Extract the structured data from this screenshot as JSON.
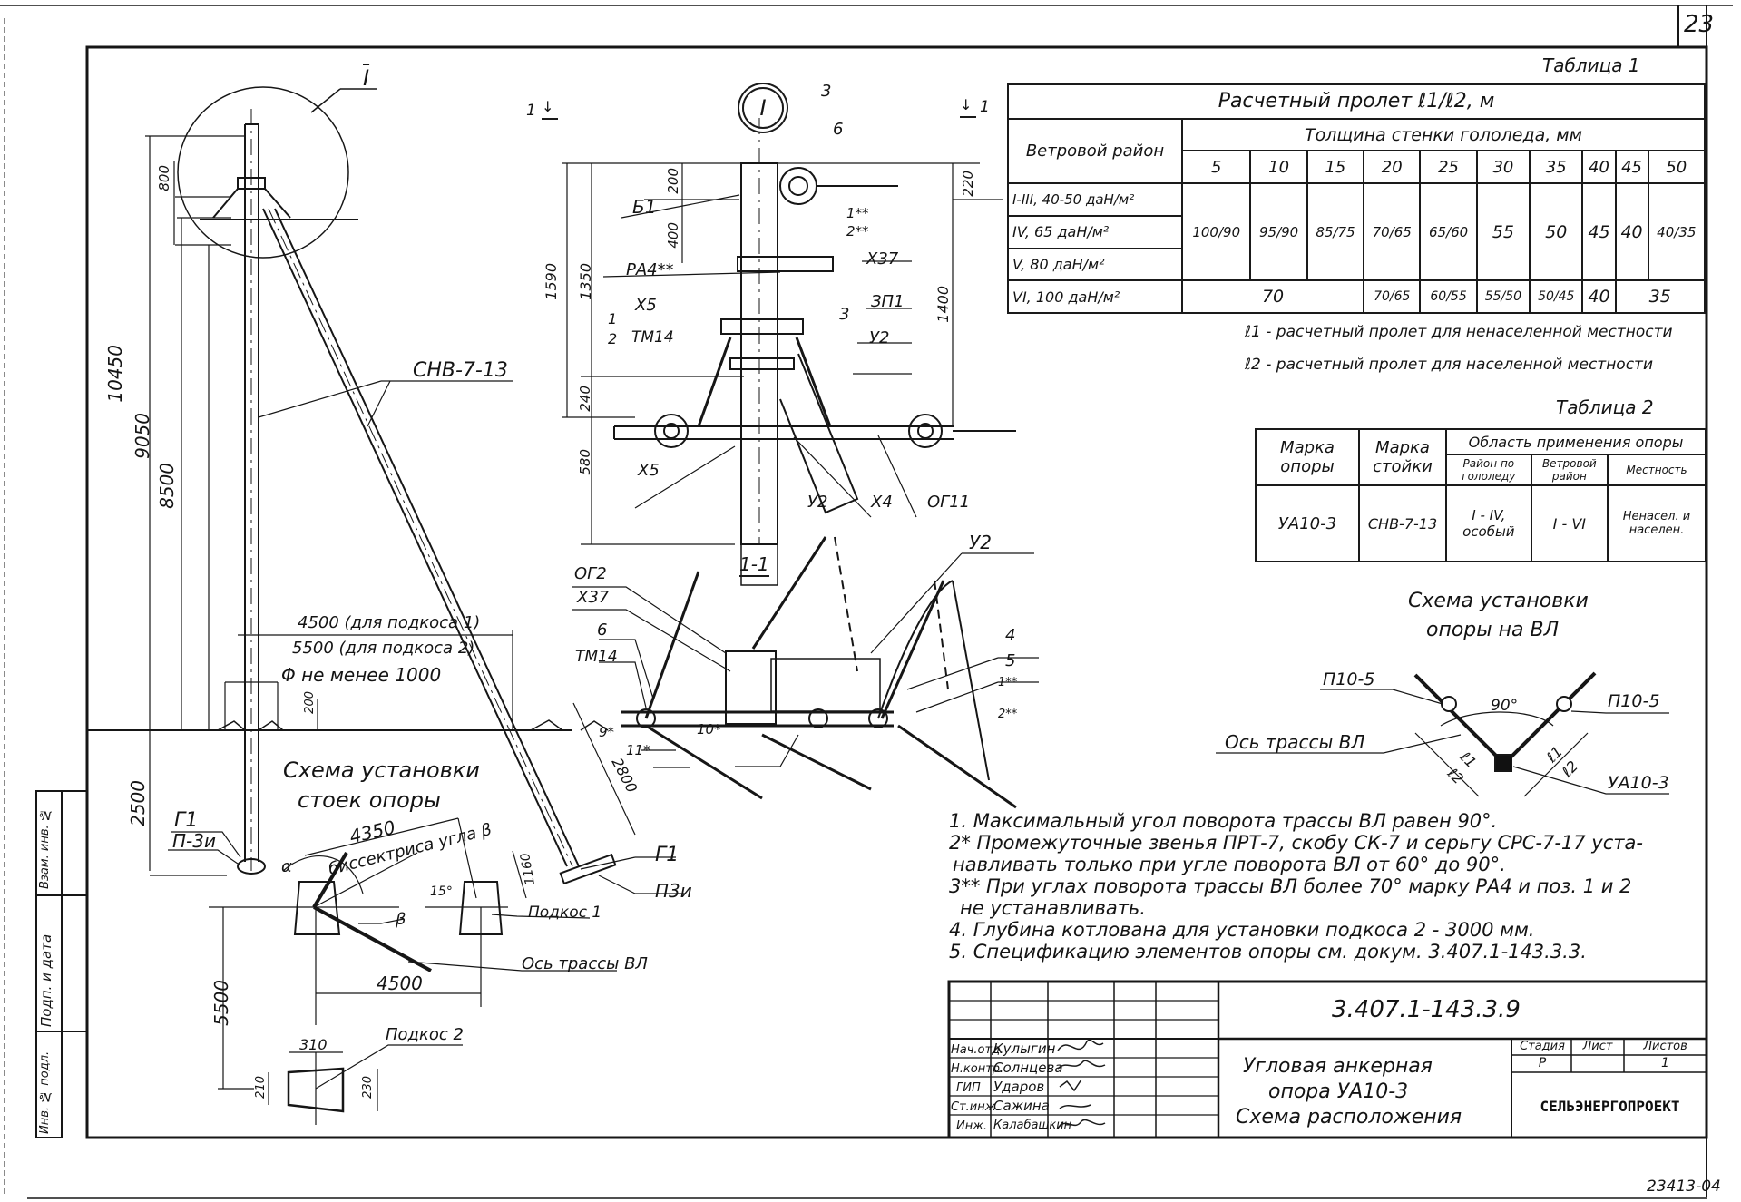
{
  "sheet": {
    "number": "23",
    "archive_no": "23413-04"
  },
  "side_stamp": {
    "cells": [
      "Инв. № подл.",
      "Подп. и дата",
      "Взам. инв. №"
    ]
  },
  "main_drawing": {
    "callout": "I",
    "dims_vertical": [
      "10450",
      "9050",
      "8500",
      "800",
      "2500"
    ],
    "pole_label": "СНВ-7-13",
    "dim_brace1": "4500 (для подкоса 1)",
    "dim_brace2": "5500 (для подкоса 2)",
    "dim_diameter": "Φ не менее 1000",
    "dim_200": "200",
    "label_g1_left": "Г1",
    "label_p3i_left": "П-3и",
    "label_g1_right": "Г1",
    "label_p3i_right": "П3и",
    "dim_2800": "2800"
  },
  "detail_I": {
    "title": "I",
    "section_marks": [
      "1",
      "1"
    ],
    "dims": [
      "1590",
      "1350",
      "200",
      "400",
      "240",
      "580",
      "220",
      "1400"
    ],
    "labels": [
      "3",
      "6",
      "Б1",
      "1**",
      "2**",
      "РА4**",
      "Х37",
      "ЗП1",
      "Х5",
      "1",
      "2",
      "ТМ14",
      "3",
      "У2",
      "Х5",
      "У2",
      "Х4",
      "ОГ11"
    ]
  },
  "section_1_1": {
    "title": "1-1",
    "labels": [
      "ОГ2",
      "Х37",
      "6",
      "ТМ14",
      "9*",
      "11*",
      "10*",
      "У2",
      "4",
      "5",
      "1**",
      "2**"
    ]
  },
  "install_scheme_posts": {
    "title_line1": "Схема установки",
    "title_line2": "стоек опоры",
    "dim_4350": "4350",
    "dim_1160": "1160",
    "dim_4500": "4500",
    "dim_5500": "5500",
    "angle_15": "15°",
    "alpha": "α",
    "beta": "β",
    "beta_label": "β",
    "bisector": "биссектриса угла β",
    "brace1": "Подкос 1",
    "axis": "Ось трассы ВЛ",
    "brace2": "Подкос 2",
    "dim_310": "310",
    "dim_210": "210",
    "dim_230": "230"
  },
  "table1": {
    "caption": "Таблица 1",
    "title": "Расчетный пролет ℓ1/ℓ2, м",
    "row_header": "Ветровой район",
    "col_group": "Толщина стенки гололеда, мм",
    "ice_thickness": [
      "5",
      "10",
      "15",
      "20",
      "25",
      "30",
      "35",
      "40",
      "45",
      "50"
    ],
    "wind_regions": [
      "I-III, 40-50 даН/м²",
      "IV, 65 даН/м²",
      "V, 80 даН/м²",
      "VI, 100 даН/м²"
    ],
    "merged_values_I_V": [
      "100/90",
      "95/90",
      "85/75",
      "70/65",
      "65/60",
      "55",
      "50",
      "45",
      "40",
      "40/35"
    ],
    "values_VI": {
      "span_5_15": "70",
      "v20": "70/65",
      "v25": "60/55",
      "v30": "55/50",
      "v35": "50/45",
      "v40": "40",
      "span_45_50": "35"
    }
  },
  "legend": {
    "l1": "ℓ1 - расчетный пролет для ненаселенной местности",
    "l2": "ℓ2 - расчетный пролет для населенной местности"
  },
  "table2": {
    "caption": "Таблица 2",
    "h_mark_support": "Марка опоры",
    "h_mark_post": "Марка стойки",
    "h_area": "Область применения опоры",
    "h_ice": "Район по гололеду",
    "h_wind": "Ветровой район",
    "h_terrain": "Местность",
    "row": {
      "support": "УА10-3",
      "post": "СНВ-7-13",
      "ice": "I - IV, особый",
      "wind": "I - VI",
      "terrain": "Ненасел. и населен."
    }
  },
  "scheme_vl": {
    "title_line1": "Схема установки",
    "title_line2": "опоры на ВЛ",
    "left_pole": "П10-5",
    "right_pole": "П10-5",
    "angle": "90°",
    "axis": "Ось трассы ВЛ",
    "corner": "УА10-3",
    "l1": "ℓ1",
    "l2": "ℓ2"
  },
  "notes": [
    "1. Максимальный угол поворота трассы ВЛ равен 90°.",
    "2* Промежуточные звенья ПРТ-7, скобу СК-7 и серьгу СРС-7-17 уста-",
    "навливать только при угле поворота ВЛ от 60° до 90°.",
    "3** При углах поворота трассы ВЛ более 70° марку РА4 и поз. 1 и 2",
    "не устанавливать.",
    "4. Глубина котлована для установки подкоса 2 - 3000 мм.",
    "5. Спецификацию элементов опоры см. докум. 3.407.1-143.3.3."
  ],
  "title_block": {
    "doc_code": "3.407.1-143.3.9",
    "title_lines": [
      "Угловая анкерная",
      "опора УА10-3",
      "Схема расположения"
    ],
    "stage_label": "Стадия",
    "sheet_label": "Лист",
    "sheets_label": "Листов",
    "stage": "Р",
    "sheet": "",
    "sheets": "1",
    "org": "СЕЛЬЭНЕРГОПРОЕКТ",
    "signers": [
      {
        "role": "Нач.отд.",
        "name": "Кулыгин"
      },
      {
        "role": "Н.контр.",
        "name": "Солнцева"
      },
      {
        "role": "ГИП",
        "name": "Ударов"
      },
      {
        "role": "Ст.инж.",
        "name": "Сажина"
      },
      {
        "role": "Инж.",
        "name": "Калабашкин"
      }
    ]
  }
}
